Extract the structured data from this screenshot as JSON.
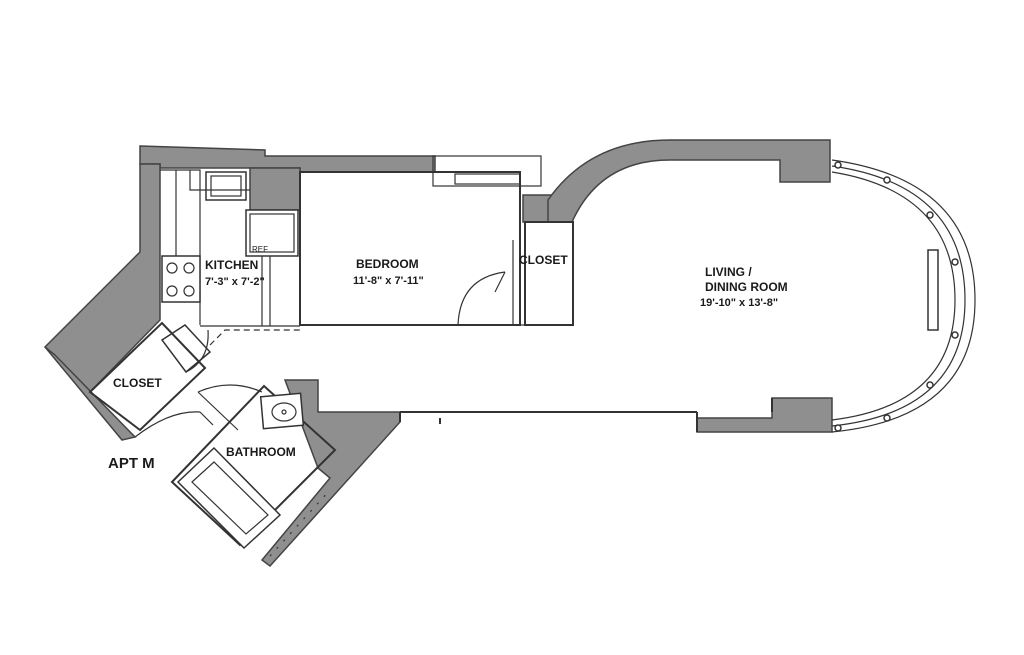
{
  "plan": {
    "apartment_label": "APT M",
    "rooms": {
      "kitchen": {
        "name": "KITCHEN",
        "size": "7'-3\" x 7'-2\""
      },
      "bedroom": {
        "name": "BEDROOM",
        "size": "11'-8\" x 7'-11\""
      },
      "bedroom_closet": {
        "name": "CLOSET"
      },
      "living": {
        "name": "LIVING /",
        "name2": "DINING ROOM",
        "size": "19'-10\" x 13'-8\""
      },
      "entry_closet": {
        "name": "CLOSET"
      },
      "bathroom": {
        "name": "BATHROOM"
      }
    },
    "fixtures": {
      "refrigerator": "REF"
    },
    "colors": {
      "wall": "#8f8f8f",
      "line": "#333333",
      "background": "#ffffff"
    }
  }
}
